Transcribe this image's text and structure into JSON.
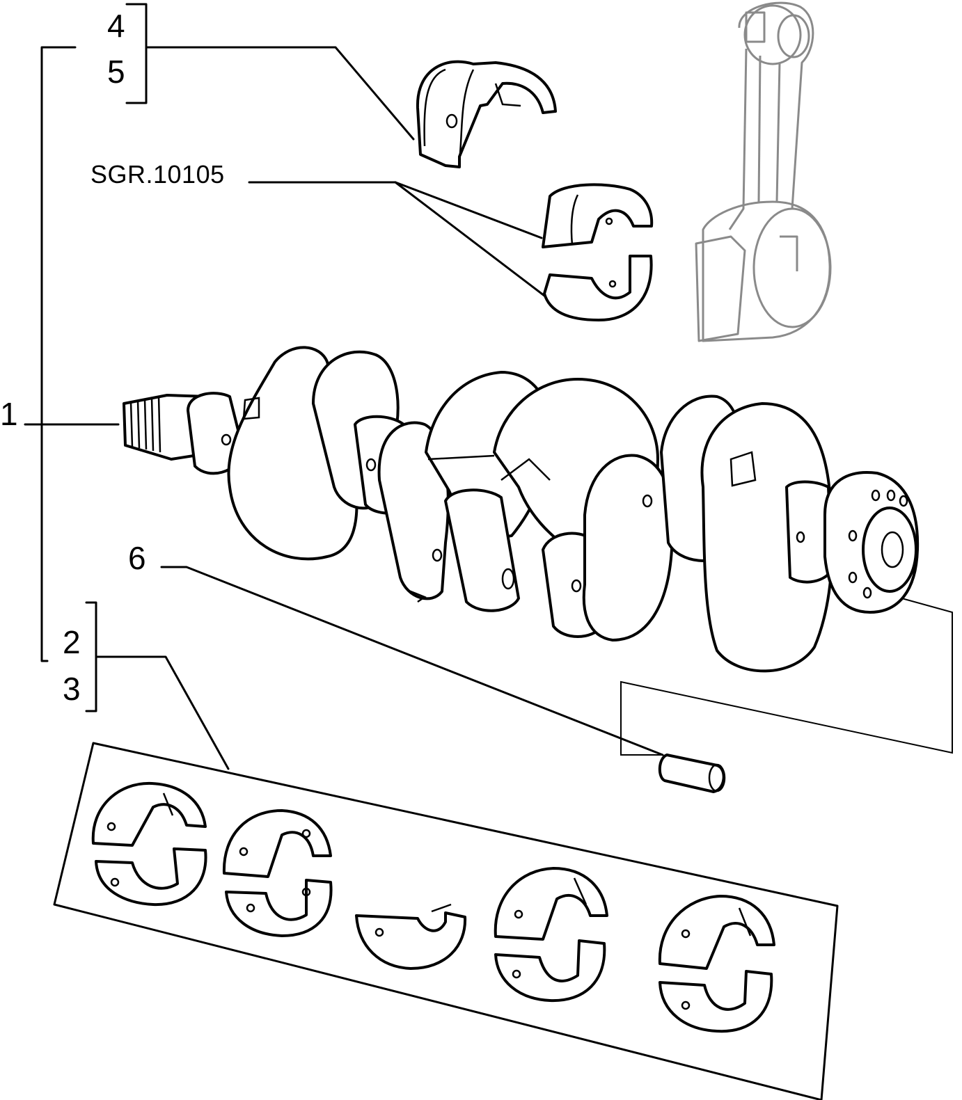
{
  "callouts": {
    "item_1": "1",
    "item_2": "2",
    "item_3": "3",
    "item_4": "4",
    "item_5": "5",
    "item_6": "6",
    "ref_sgr": "SGR.10105"
  },
  "colors": {
    "line": "#000000",
    "connecting_rod": "#8a8a8a",
    "background": "#ffffff"
  }
}
